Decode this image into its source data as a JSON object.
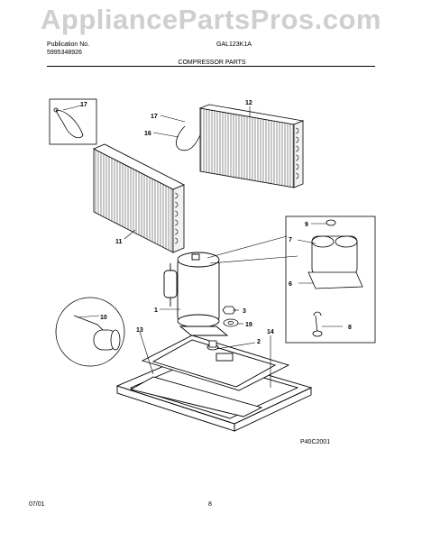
{
  "watermark": "AppliancePartsPros.com",
  "header": {
    "publication_label": "Publication No.",
    "publication_number": "5995348926",
    "model": "GAL123K1A",
    "section_title": "COMPRESSOR PARTS"
  },
  "diagram": {
    "callouts": {
      "c1": "1",
      "c2": "2",
      "c3": "3",
      "c6": "6",
      "c7": "7",
      "c8": "8",
      "c9": "9",
      "c10": "10",
      "c11": "11",
      "c12": "12",
      "c13": "13",
      "c14": "14",
      "c16": "16",
      "c17a": "17",
      "c17b": "17",
      "c19": "19"
    },
    "figure_code": "P40C2001"
  },
  "footer": {
    "date": "07/01",
    "page": "8"
  }
}
